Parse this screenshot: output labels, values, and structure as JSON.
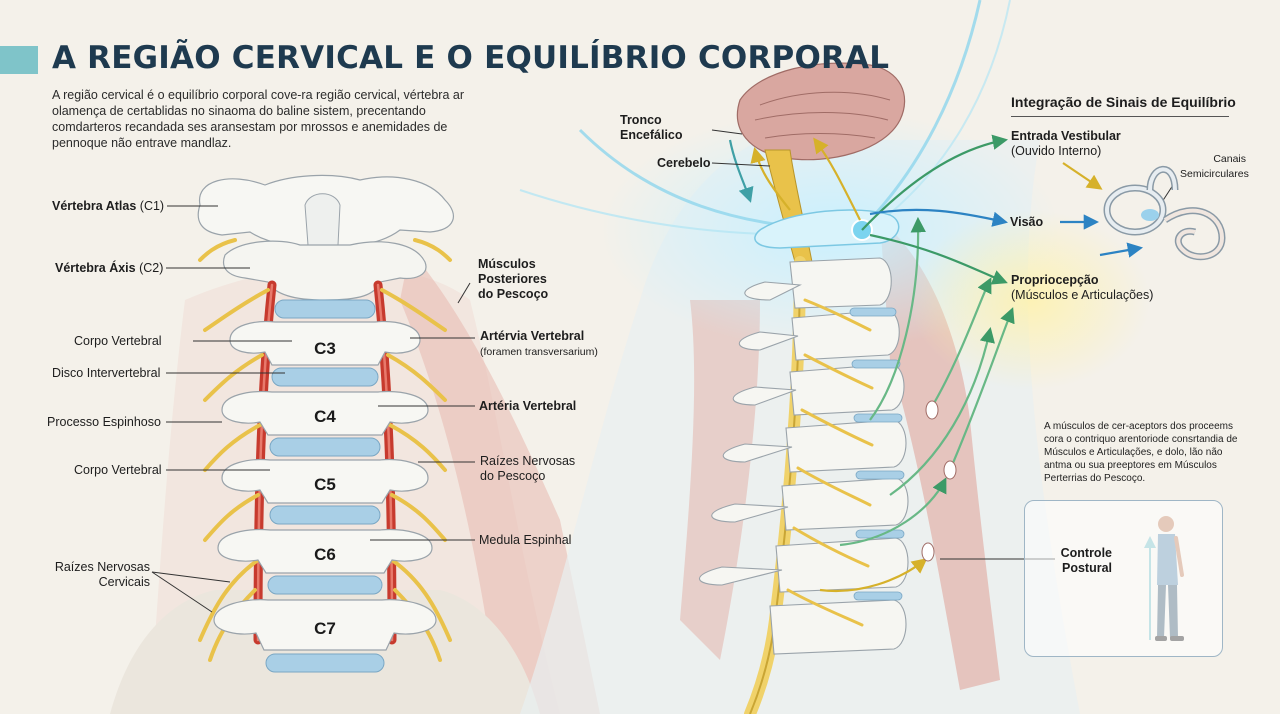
{
  "title": "A REGIÃO CERVICAL E O EQUILÍBRIO CORPORAL",
  "intro": "A região cervical é o equilíbrio corporal cove-ra região cervical, vértebra ar olamença de certablidas no sinaoma do baline sistem, precentando comdarteros recandada ses aransestam por mrossos e anemidades de pennoque não entrave mandlaz.",
  "vertebrae": [
    "C3",
    "C4",
    "C5",
    "C6",
    "C7"
  ],
  "left_labels": {
    "atlas_name": "Vértebra Atlas",
    "atlas_code": "(C1)",
    "axis_name": "Vértebra Áxis",
    "axis_code": "(C2)",
    "corpo_vertebral_1": "Corpo Vertebral",
    "disco": "Disco Intervertebral",
    "processo": "Processo Espinhoso",
    "corpo_vertebral_2": "Corpo Vertebral",
    "raizes_cervicais_1": "Raízes Nervosas",
    "raizes_cervicais_2": "Cervicais"
  },
  "right_labels": {
    "musculos_1": "Músculos",
    "musculos_2": "Posteriores",
    "musculos_3": "do Pescoço",
    "arteria_1_name": "Artérvia Vertebral",
    "arteria_1_sub": "(foramen transversarium)",
    "arteria_2": "Artéria Vertebral",
    "raizes_pescoco_1": "Raízes Nervosas",
    "raizes_pescoco_2": "do Pescoço",
    "medula": "Medula Espinhal"
  },
  "center_labels": {
    "tronco_1": "Tronco",
    "tronco_2": "Encefálico",
    "cerebelo": "Cerebelo"
  },
  "sidebar": {
    "title": "Integração de Sinais de Equilíbrio",
    "vestibular_1": "Entrada Vestibular",
    "vestibular_2": "(Ouvido Interno)",
    "canais_1": "Canais",
    "canais_2": "Semicirculares",
    "visao": "Visão",
    "proprio_1": "Propriocepção",
    "proprio_2": "(Músculos e Articulações)",
    "note": "A músculos de cer-aceptors dos proceems cora o contriquo arentoriode consrtandia de Músculos e Articulações, e dolo, lão não antma ou sua preeptores em Músculos Perterrias do Pescoço.",
    "controle_1": "Controle",
    "controle_2": "Postural"
  },
  "colors": {
    "title": "#1e3a4f",
    "accent": "#7fc4c9",
    "bone": "#f7f7f3",
    "disc": "#a9cfe6",
    "artery": "#c73a2e",
    "nerve": "#e9c24a",
    "muscle": "#e3a79e",
    "signal": "#68b886"
  },
  "icons": [
    "ear-inner-icon",
    "standing-person-icon",
    "upward-arrow-icon",
    "brain-icon"
  ]
}
